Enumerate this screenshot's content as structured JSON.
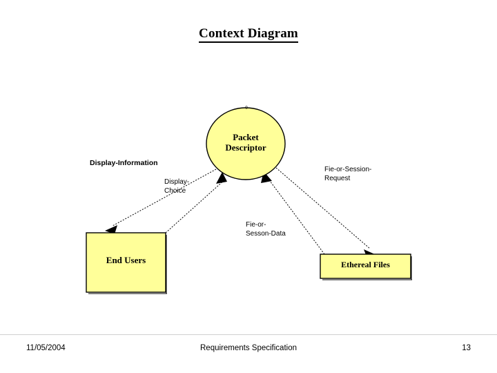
{
  "slide": {
    "title": "Context Diagram",
    "background_color": "#ffffff"
  },
  "diagram": {
    "type": "data-flow-context-diagram",
    "shape_fill_color": "#ffff99",
    "shape_stroke_color": "#000000",
    "process": {
      "id": "0",
      "name": "Packet\nDescriptor",
      "shape": "circle"
    },
    "external_entities": [
      {
        "name": "End Users",
        "shape": "rectangle"
      },
      {
        "name": "Ethereal Files",
        "shape": "rectangle"
      }
    ],
    "flows": [
      {
        "label": "Display-Information",
        "from": "Packet Descriptor",
        "to": "End Users",
        "bold": true
      },
      {
        "label": "Display-\nChoice",
        "from": "End Users",
        "to": "Packet Descriptor",
        "bold": false
      },
      {
        "label": "Fie-or-Session-\nRequest",
        "from": "Packet Descriptor",
        "to": "Ethereal Files",
        "bold": false
      },
      {
        "label": "Fie-or-\nSesson-Data",
        "from": "Ethereal Files",
        "to": "Packet Descriptor",
        "bold": false
      }
    ]
  },
  "footer": {
    "date": "11/05/2004",
    "center": "Requirements Specification",
    "page_number": "13"
  }
}
